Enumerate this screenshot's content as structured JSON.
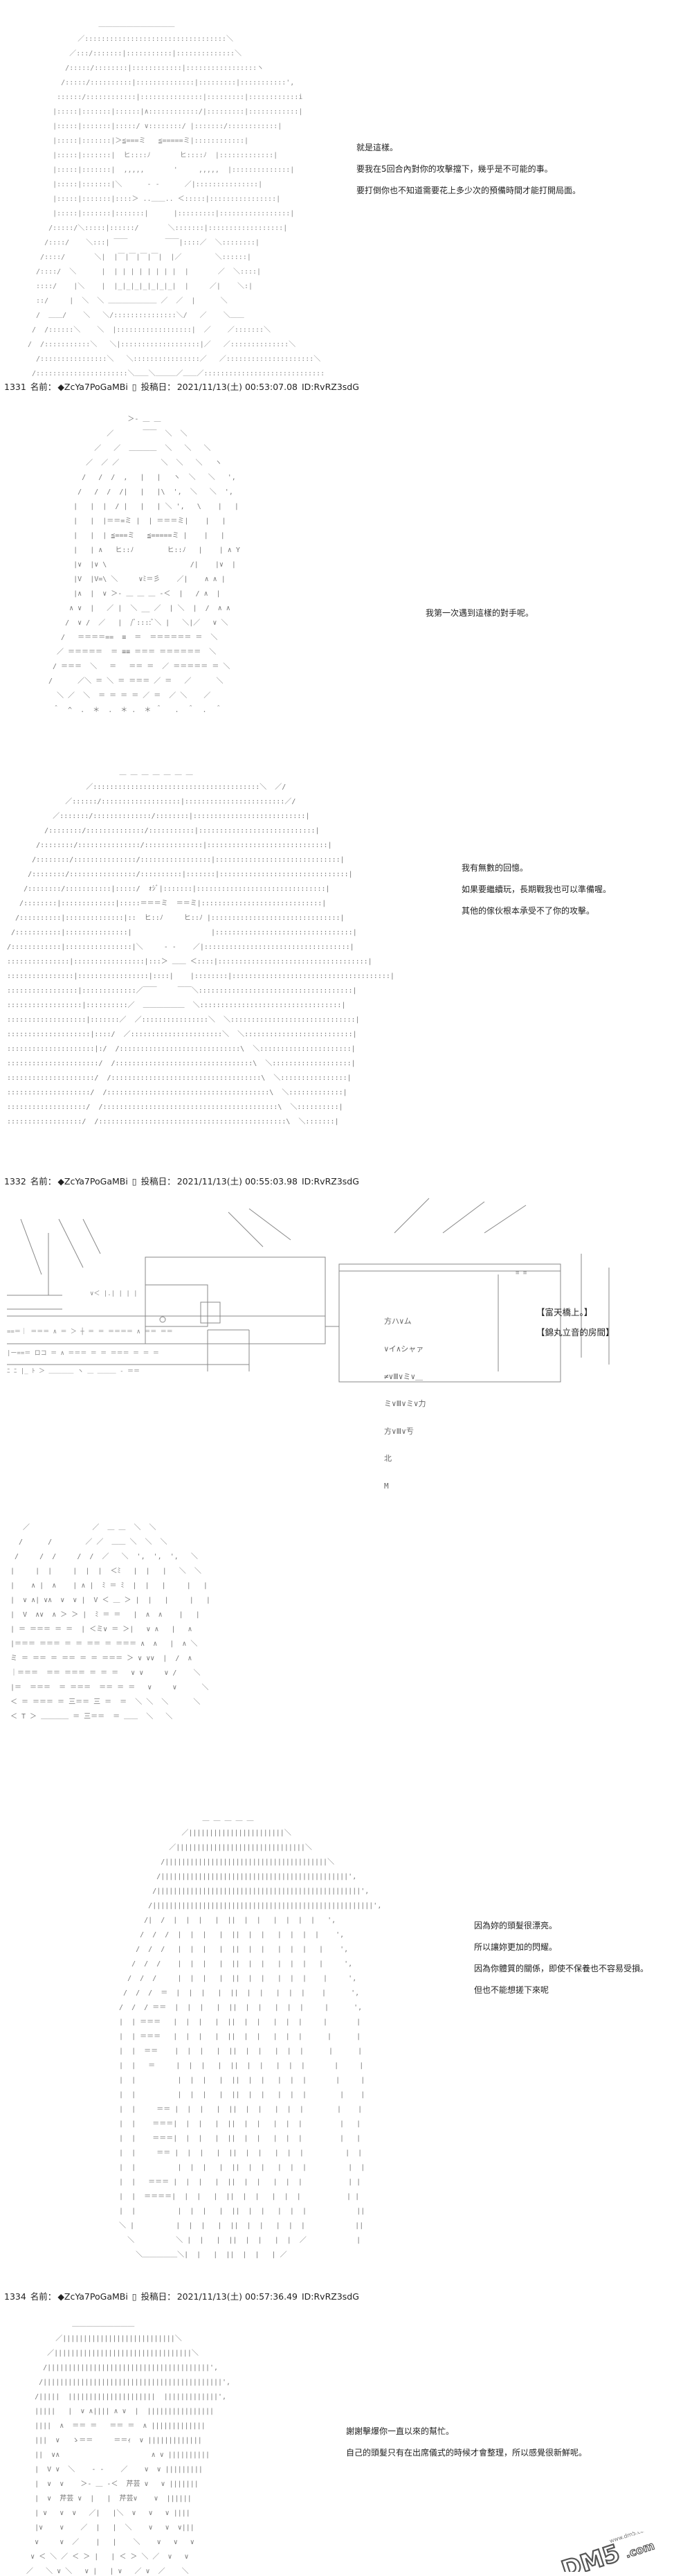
{
  "posts": [
    {
      "number": "1331",
      "name_label": "名前：",
      "trip": "◆ZcYa7PoGaMBi",
      "mail": "▯",
      "date_label": "投稿日：",
      "date": "2021/11/13(土) 00:53:07.08",
      "id": "ID:RvRZ3sdG"
    },
    {
      "number": "1332",
      "name_label": "名前：",
      "trip": "◆ZcYa7PoGaMBi",
      "mail": "▯",
      "date_label": "投稿日：",
      "date": "2021/11/13(土) 00:55:03.98",
      "id": "ID:RvRZ3sdG"
    },
    {
      "number": "1334",
      "name_label": "名前：",
      "trip": "◆ZcYa7PoGaMBi",
      "mail": "▯",
      "date_label": "投稿日：",
      "date": "2021/11/13(土) 00:57:36.49",
      "id": "ID:RvRZ3sdG"
    }
  ],
  "panels": [
    {
      "dialogue": [
        "就是這樣。",
        "要我在5回合內對你的攻擊擋下，幾乎是不可能的事。",
        "要打倒你也不知道需要花上多少次的預備時間才能打開局面。"
      ]
    },
    {
      "dialogue": [
        "我第一次遇到這樣的對手呢。"
      ]
    },
    {
      "dialogue": [
        "我有無數的回憶。",
        "如果要繼續玩，長期戰我也可以準備喔。",
        "其他的傢伙根本承受不了你的攻擊。"
      ]
    },
    {
      "narration": [
        "【富天橋上。】",
        "【錦丸立音的房間】"
      ],
      "sign": [
        "方ハ∨ム",
        "∨イ∧シャァ",
        "≠∨Ⅲ∨ミ∨＿",
        "ミ∨Ⅲ∨ミ∨力",
        "方∨Ⅲ∨亐",
        "北",
        "M"
      ]
    },
    {
      "dialogue": []
    },
    {
      "dialogue": [
        "因為妳的頭髮很漂亮。",
        "所以讓妳更加的閃耀。",
        "因為你體質的關係，即使不保養也不容易受損。",
        "但也不能想搓下來呢"
      ]
    },
    {
      "dialogue": [
        "謝謝擊爆你一直以來的幫忙。",
        "自己的頭髮只有在出席儀式的時候才會整理，所以感覺很新鮮呢。"
      ]
    }
  ],
  "watermark": {
    "text": "DM5",
    "sub": ".com",
    "url_text": "www.dm5.com"
  }
}
